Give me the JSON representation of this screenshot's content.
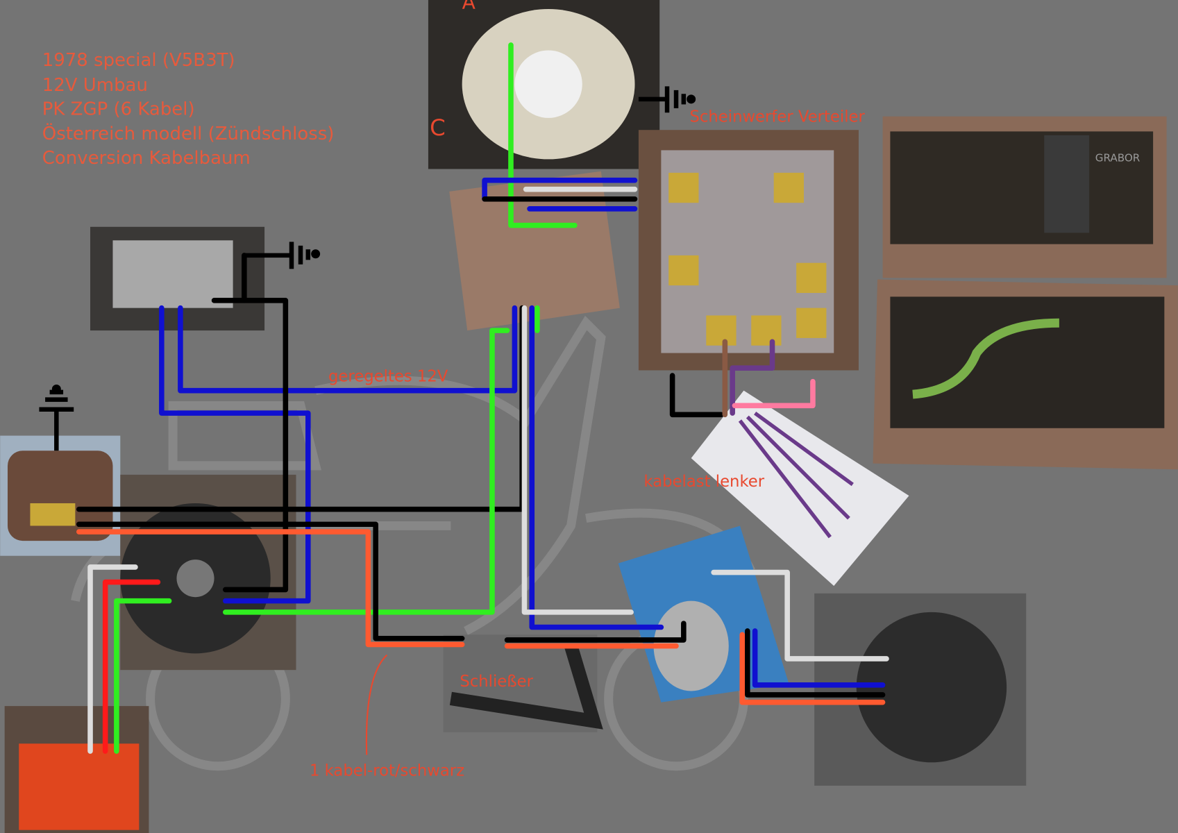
{
  "title_lines": [
    "1978 special (V5B3T)",
    "12V Umbau",
    "PK ZGP (6 Kabel)",
    "Österreich modell (Zündschloss)",
    "Conversion Kabelbaum"
  ],
  "labels": {
    "headlight_distributor": "Scheinwerfer Verteiler",
    "regulated": "geregeltes 12V",
    "handlebar_harness": "kabelast lenker",
    "closer": "Schließer",
    "cable_note": "1 kabel-rot/schwarz",
    "marker_a": "A",
    "marker_c": "C",
    "switch_brand": "GRABOR"
  },
  "colors": {
    "background": "#747474",
    "label": "#e8492f",
    "blue": "#1010d0",
    "green": "#30ee20",
    "black": "#000000",
    "red": "#ff1a1a",
    "orange": "#ff5a30",
    "white": "#dddddd",
    "brown": "#8a5a44",
    "purple": "#6a3a8a",
    "pink": "#ff7aa0"
  }
}
